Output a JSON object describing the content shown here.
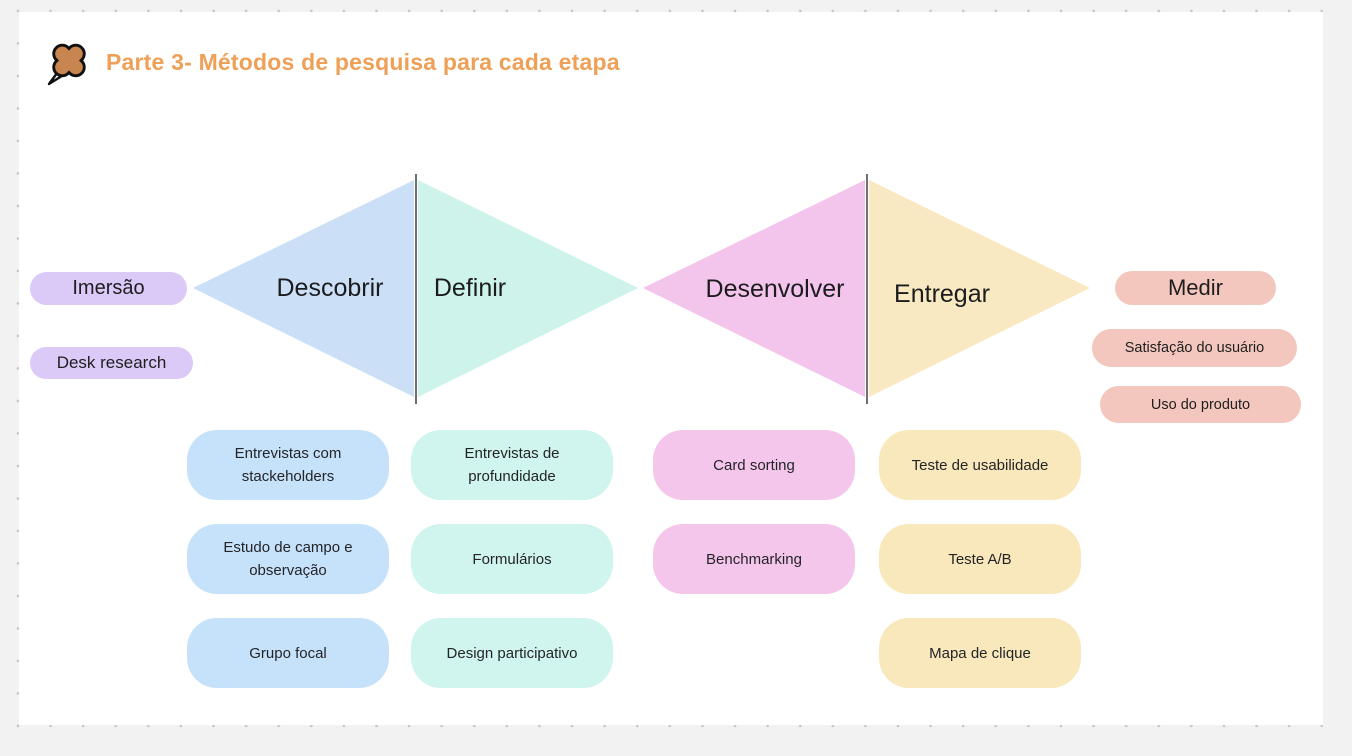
{
  "title": {
    "text": "Parte 3- Métodos de pesquisa para cada etapa",
    "color": "#efa057",
    "icon": "pushpin-icon"
  },
  "left_tags": {
    "color": "#dbc9f8",
    "items": [
      "Imersão",
      "Desk research"
    ]
  },
  "measure_tags": {
    "color": "#f4c7be",
    "heading": "Medir",
    "items": [
      "Satisfação do usuário",
      "Uso do produto"
    ]
  },
  "diamond": {
    "divider_color": "#6e6e73"
  },
  "stages": [
    {
      "label": "Descobrir",
      "triangle_color": "#cbdff6",
      "card_color": "#c6e2fa",
      "methods": [
        "Entrevistas com stackeholders",
        "Estudo de campo e observação",
        "Grupo focal"
      ]
    },
    {
      "label": "Definir",
      "triangle_color": "#cef3ea",
      "card_color": "#cff5ee",
      "methods": [
        "Entrevistas de profundidade",
        "Formulários",
        "Design participativo"
      ]
    },
    {
      "label": "Desenvolver",
      "triangle_color": "#f4c5ec",
      "card_color": "#f5c6ec",
      "methods": [
        "Card sorting",
        "Benchmarking"
      ]
    },
    {
      "label": "Entregar",
      "triangle_color": "#f8e9c2",
      "card_color": "#f8e8bb",
      "methods": [
        "Teste de usabilidade",
        "Teste A/B",
        "Mapa de clique"
      ]
    }
  ]
}
